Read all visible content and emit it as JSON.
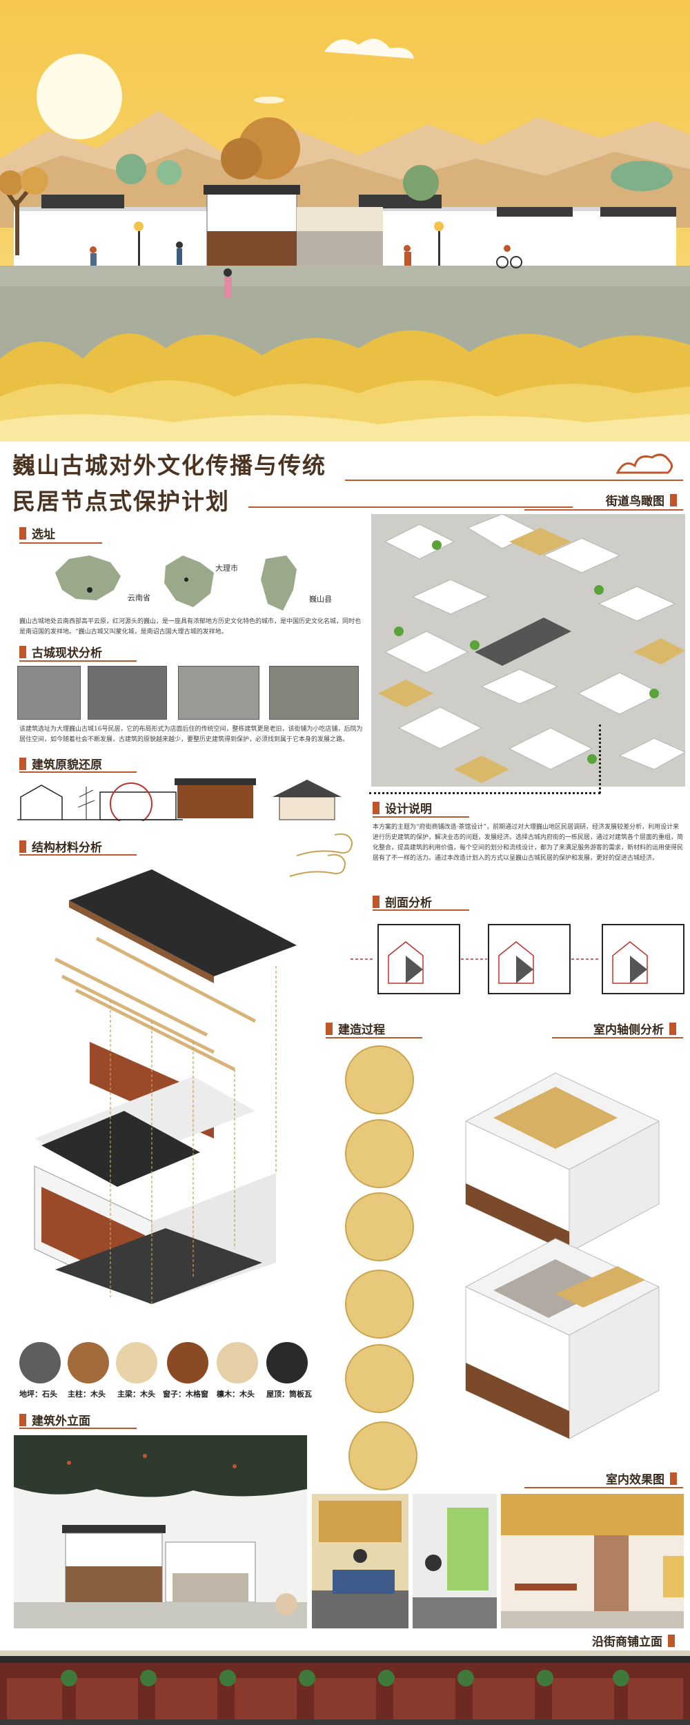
{
  "title": {
    "line1": "巍山古城对外文化传播与传统",
    "line2": "民居节点式保护计划"
  },
  "sections": {
    "site": "选址",
    "status": "古城现状分析",
    "restore": "建筑原貌还原",
    "structure": "结构材料分析",
    "aerial": "街道鸟瞰图",
    "design": "设计说明",
    "sectionAnalysis": "剖面分析",
    "process": "建造过程",
    "interiorAxo": "室内轴侧分析",
    "elevation": "建筑外立面",
    "interiorEffect": "室内效果图",
    "streetElevation": "沿街商铺立面"
  },
  "map_labels": {
    "province": "云南省",
    "city": "大理市",
    "county": "巍山县"
  },
  "site_text": "巍山古城地处云南西部高平云原，红河源头的巍山，是一座具有浓郁地方历史文化特色的城市，是中国历史文化名城，同时也是南诏国的发祥地。“巍山古城又叫蒙化城，是南诏古国大理古城的发祥地。",
  "status_text": "该建筑选址为大理巍山古城16号民居，它的布局形式为店面后住的传统空间，整栋建筑更是老旧，该街铺为小吃店铺，后院为居住空间，如今随着社会不断发展，古建筑的原貌越来越少，要整历史建筑得到保护，必须找到属于它本身的发展之路。",
  "design_text": "本方案的主题为“府街商铺改造·茶馆设计”，前期通过对大理巍山地区民居调研，经济发展较差分析，利用设计来进行历史建筑的保护，解决业态的问题，发展经济。选择古城内府街的一栋民居，通过对建筑各个层面的重组，简化整合，提高建筑的利用价值，每个空间的划分和流线设计，都为了来满足服务游客的需求，新材料的运用使得民居有了不一样的活力。通过本改造计划入的方式以呈巍山古城民居的保护和发展，更好的促进古城经济。",
  "materials": [
    {
      "label": "地坪：石头",
      "color": "#5e5e5e"
    },
    {
      "label": "主柱：木头",
      "color": "#a36b3b"
    },
    {
      "label": "主梁：木头",
      "color": "#e8d2a8"
    },
    {
      "label": "窗子：木格窗",
      "color": "#8a4a24"
    },
    {
      "label": "檩木：木头",
      "color": "#e4cfa7"
    },
    {
      "label": "屋顶：筒板瓦",
      "color": "#2a2a2a"
    }
  ]
}
